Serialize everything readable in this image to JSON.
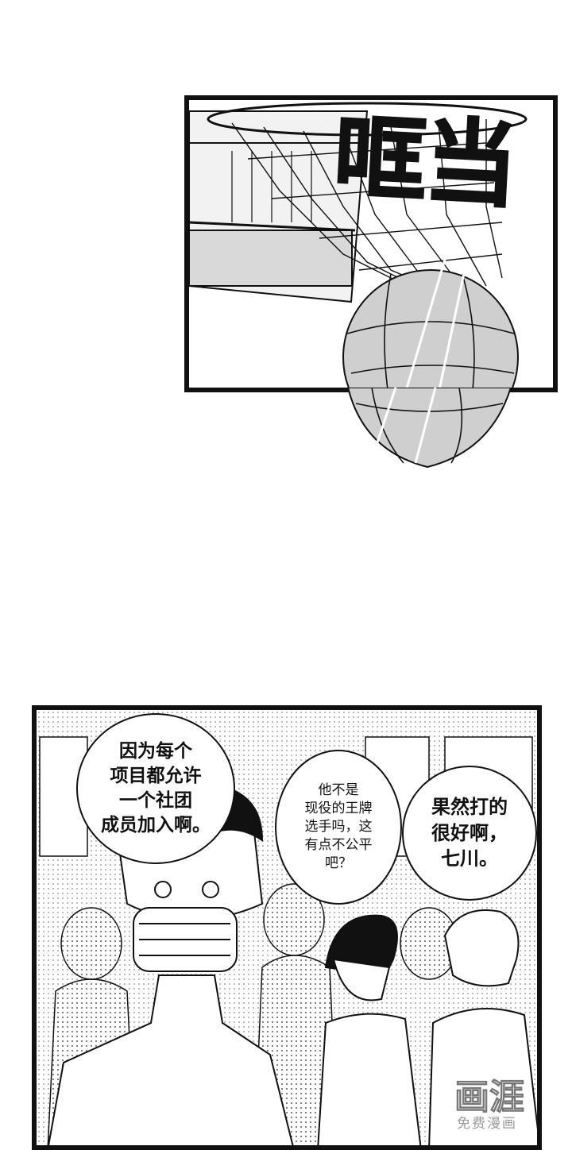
{
  "panel_top": {
    "sound_effect": "哐当"
  },
  "panel_bottom": {
    "bubbles": [
      {
        "text": "因为每个\n项目都允许\n一个社团\n成员加入啊。"
      },
      {
        "text": "他不是\n现役的王牌\n选手吗，这\n有点不公平\n吧？"
      },
      {
        "text": "果然打的\n很好啊，\n七川。"
      }
    ]
  },
  "watermark": {
    "logo": "画涯",
    "caption": "免费漫画"
  }
}
